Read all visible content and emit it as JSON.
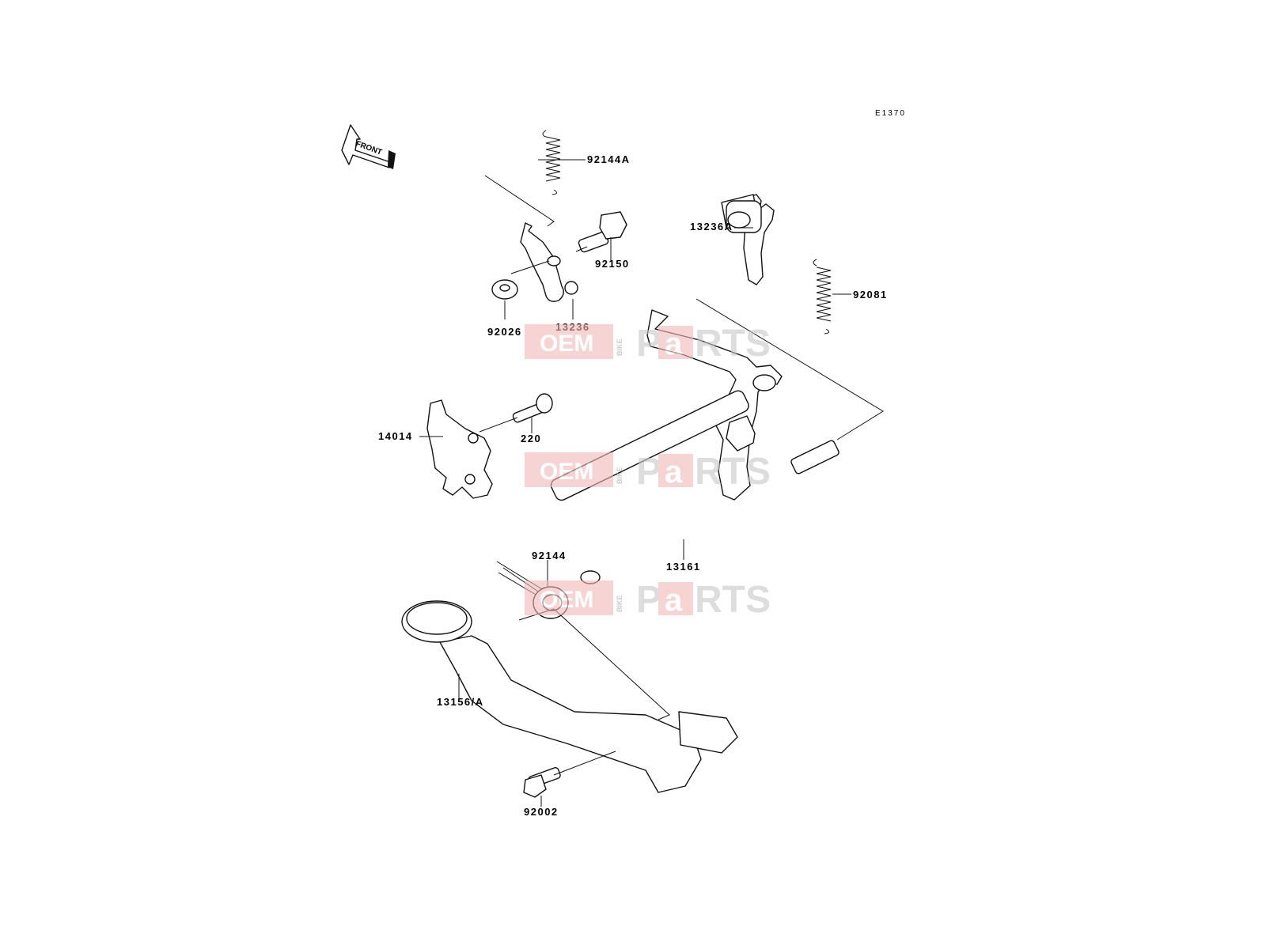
{
  "diagram": {
    "code": "E1370",
    "front_arrow_label": "FRONT",
    "parts": [
      {
        "id": "92144A",
        "label": "92144A"
      },
      {
        "id": "92150",
        "label": "92150"
      },
      {
        "id": "13236A",
        "label": "13236A"
      },
      {
        "id": "92081",
        "label": "92081"
      },
      {
        "id": "92026",
        "label": "92026"
      },
      {
        "id": "13236",
        "label": "13236"
      },
      {
        "id": "14014",
        "label": "14014"
      },
      {
        "id": "220",
        "label": "220"
      },
      {
        "id": "92144",
        "label": "92144"
      },
      {
        "id": "13161",
        "label": "13161"
      },
      {
        "id": "13156A",
        "label": "13156/A"
      },
      {
        "id": "92002",
        "label": "92002"
      }
    ]
  },
  "watermark": {
    "left_text": "OEM",
    "middle_text": "BIKE",
    "right_text_1": "P",
    "right_text_2": "a",
    "right_text_3": "RTS",
    "colors": {
      "accent": "#e05555",
      "gray": "#c8c8c8"
    }
  }
}
